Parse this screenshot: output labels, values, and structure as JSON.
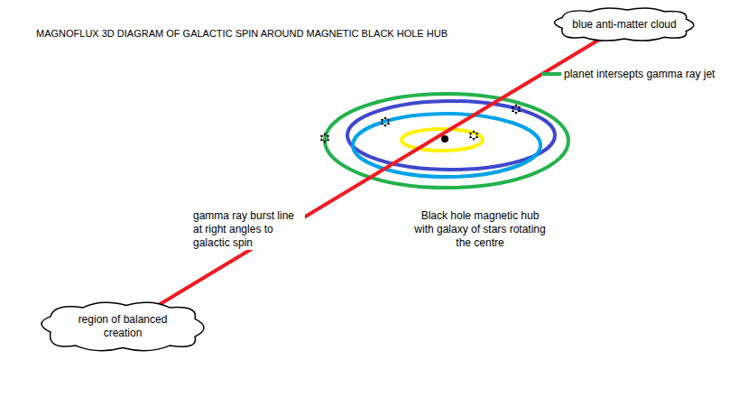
{
  "diagram": {
    "title": "MAGNOFLUX 3D DIAGRAM OF GALACTIC SPIN AROUND MAGNETIC BLACK HOLE HUB",
    "nodes": [
      {
        "text": [
          "blue anti-matter cloud"
        ]
      },
      {
        "text": [
          "region of balanced creation"
        ]
      }
    ],
    "edges": [
      {
        "from": 0,
        "to": 1,
        "arrow": "none"
      }
    ],
    "labels": [
      "gamma ray burst line at right angles to galactic spin",
      "Black hole magnetic hub with galaxy of stars rotating the centre"
    ],
    "legend": [
      {
        "text": "planet intersepts gamma ray jet",
        "color": "#22b14c"
      }
    ]
  }
}
